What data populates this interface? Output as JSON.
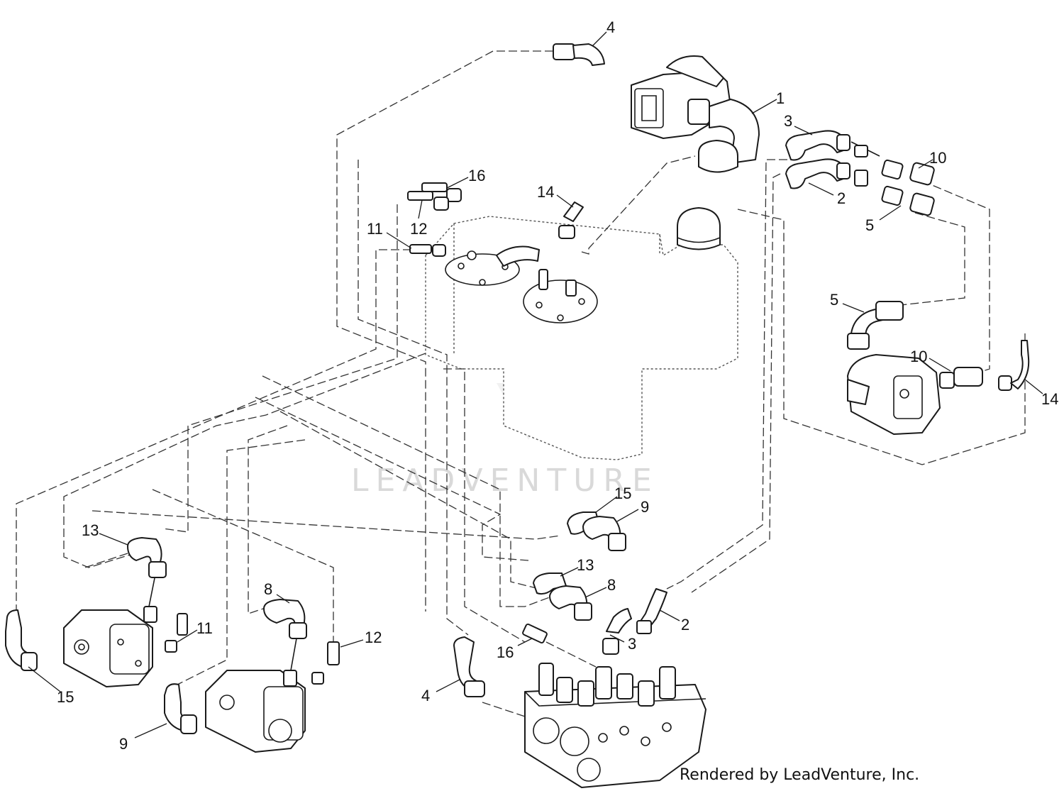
{
  "diagram": {
    "callouts": [
      {
        "id": "c4a",
        "label": "4"
      },
      {
        "id": "c1",
        "label": "1"
      },
      {
        "id": "c3a",
        "label": "3"
      },
      {
        "id": "c10a",
        "label": "10"
      },
      {
        "id": "c2a",
        "label": "2"
      },
      {
        "id": "c5a",
        "label": "5"
      },
      {
        "id": "c16a",
        "label": "16"
      },
      {
        "id": "c14a",
        "label": "14"
      },
      {
        "id": "c12a",
        "label": "12"
      },
      {
        "id": "c11a",
        "label": "11"
      },
      {
        "id": "c5b",
        "label": "5"
      },
      {
        "id": "c10b",
        "label": "10"
      },
      {
        "id": "c14b",
        "label": "14"
      },
      {
        "id": "c15a",
        "label": "15"
      },
      {
        "id": "c9a",
        "label": "9"
      },
      {
        "id": "c13a",
        "label": "13"
      },
      {
        "id": "c13b",
        "label": "13"
      },
      {
        "id": "c8a",
        "label": "8"
      },
      {
        "id": "c8b",
        "label": "8"
      },
      {
        "id": "c2b",
        "label": "2"
      },
      {
        "id": "c11b",
        "label": "11"
      },
      {
        "id": "c12b",
        "label": "12"
      },
      {
        "id": "c3b",
        "label": "3"
      },
      {
        "id": "c16b",
        "label": "16"
      },
      {
        "id": "c15b",
        "label": "15"
      },
      {
        "id": "c4b",
        "label": "4"
      },
      {
        "id": "c9b",
        "label": "9"
      }
    ],
    "watermark": "LEADVENTURE",
    "credit": "Rendered by LeadVenture, Inc."
  },
  "colors": {
    "line": "#1a1a1a",
    "watermark": "#d9d9d9",
    "background": "#ffffff"
  }
}
